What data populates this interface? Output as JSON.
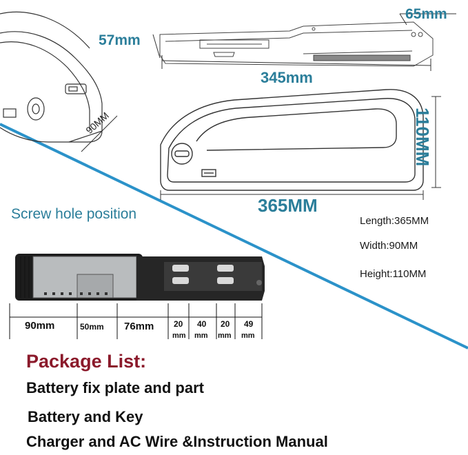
{
  "top_dims": {
    "d65": "65mm",
    "d57": "57mm",
    "d345": "345mm",
    "d90": "90MM"
  },
  "side_dims": {
    "d110": "110MM",
    "d365": "365MM"
  },
  "screw_hole_title": "Screw hole position",
  "specs": {
    "length": "Length:365MM",
    "width": "Width:90MM",
    "height": "Height:110MM"
  },
  "bottom_dims": {
    "d90": "90mm",
    "d50": "50mm",
    "d76": "76mm",
    "d20a": "20",
    "d40": "40",
    "d20b": "20",
    "d49": "49",
    "mm": "mm"
  },
  "package": {
    "title": "Package List:",
    "items": [
      "Battery fix plate and part",
      "Battery and Key",
      "Charger and AC Wire &Instruction Manual"
    ]
  },
  "colors": {
    "accent_blue": "#2b92c9",
    "dim_teal": "#2b7e9a",
    "title_red": "#8b1a2b"
  }
}
